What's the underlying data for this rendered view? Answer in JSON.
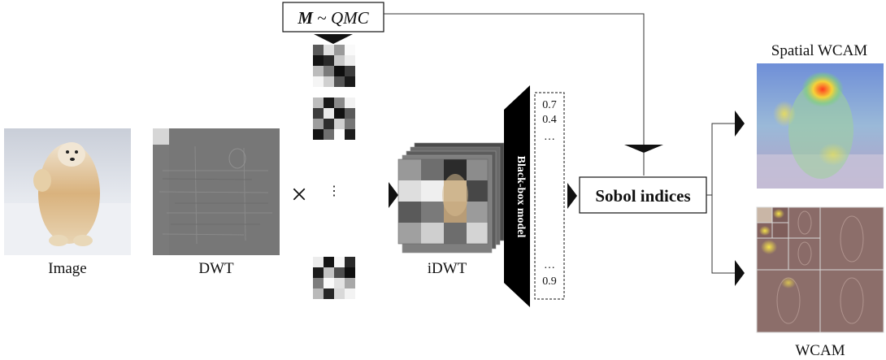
{
  "mask_box": {
    "bold_part": "M",
    "rest": " ~ ",
    "italic_part": "QMC"
  },
  "labels": {
    "image": "Image",
    "dwt": "DWT",
    "times": "×",
    "vdots": "⋮",
    "idwt": "iDWT",
    "black_box": "Black-box model",
    "sobol": "Sobol indices",
    "spatial_wcam": "Spatial WCAM",
    "wcam": "WCAM"
  },
  "output_vector": {
    "top": [
      "0.7",
      "0.4",
      "…"
    ],
    "bottom": [
      "…",
      "0.9"
    ]
  },
  "colors": {
    "accent": "#111111",
    "snow": "#dfe3ea",
    "bear": "#d7b487",
    "wcam_bg": "#8c6e6a"
  }
}
